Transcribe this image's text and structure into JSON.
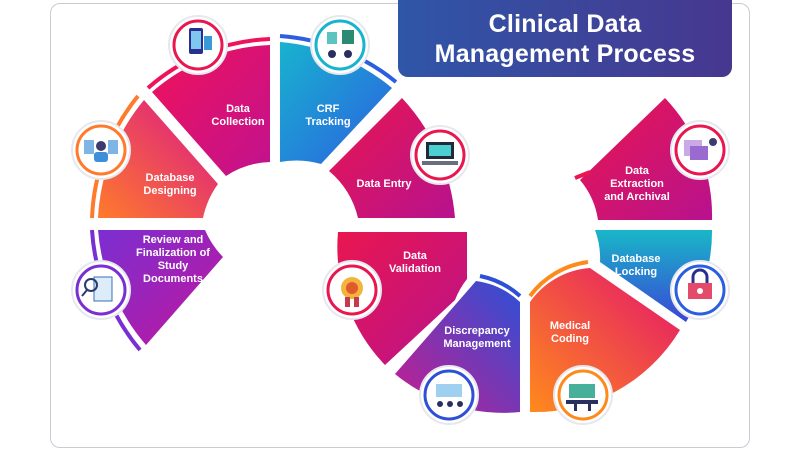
{
  "title": {
    "line1": "Clinical Data",
    "line2": "Management Process"
  },
  "colors": {
    "title_bg_start": "#2f56a8",
    "title_bg_end": "#47378f",
    "frame": "#c9ccd3"
  },
  "steps": [
    {
      "label": "Data\nCollection",
      "icon": "mobile-data-collection-icon"
    },
    {
      "label": "CRF\nTracking",
      "icon": "crf-team-icon"
    },
    {
      "label": "Data Entry",
      "icon": "data-entry-workstation-icon"
    },
    {
      "label": "Database\nDesigning",
      "icon": "database-designer-icon"
    },
    {
      "label": "Review and\nFinalization of\nStudy\nDocuments",
      "icon": "document-review-icon"
    },
    {
      "label": "Data\nValidation",
      "icon": "validation-badge-icon"
    },
    {
      "label": "Discrepancy\nManagement",
      "icon": "team-discrepancy-icon"
    },
    {
      "label": "Medical\nCoding",
      "icon": "medical-coding-desk-icon"
    },
    {
      "label": "Database\nLocking",
      "icon": "database-lock-icon"
    },
    {
      "label": "Data\nExtraction\nand Archival",
      "icon": "data-archival-icon"
    }
  ]
}
